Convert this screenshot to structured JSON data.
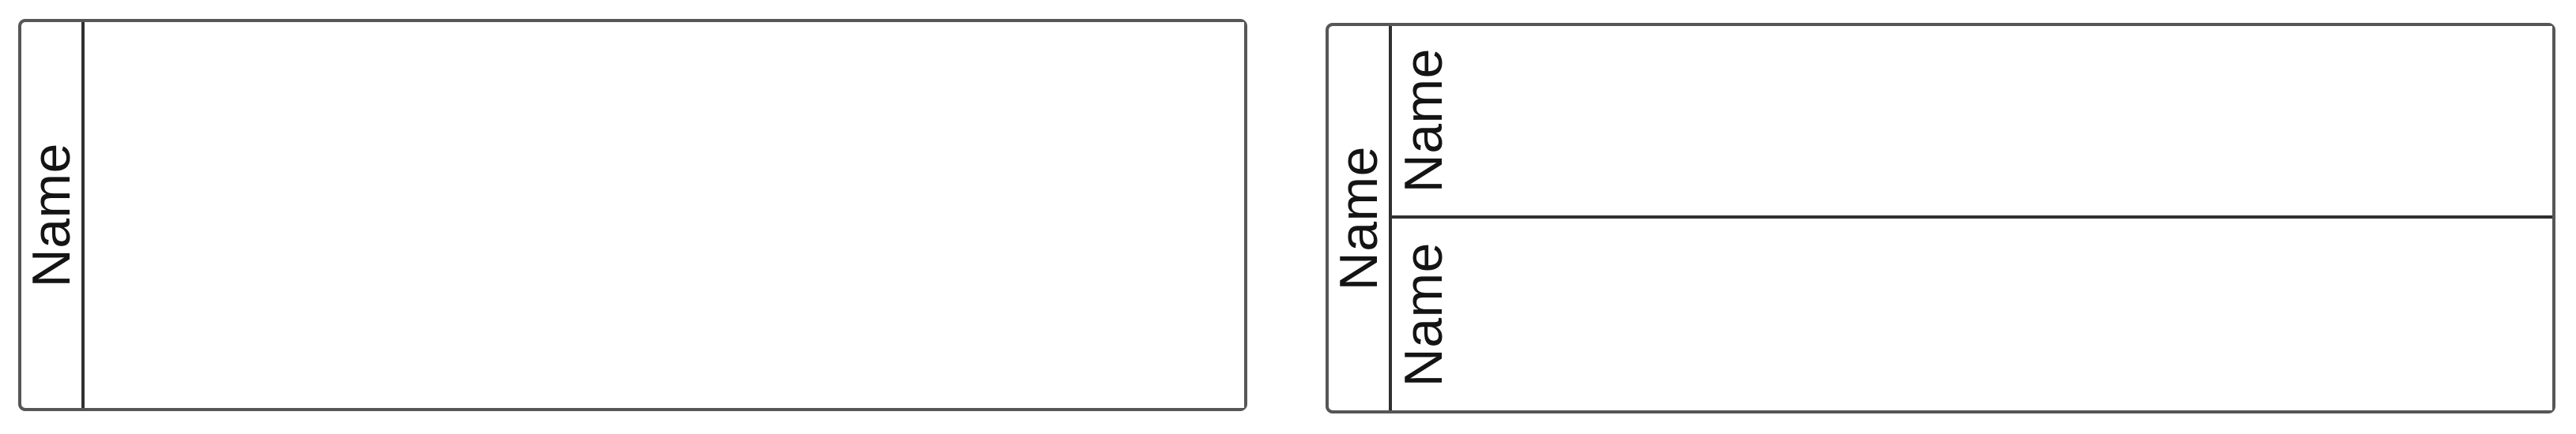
{
  "diagram": {
    "background_color": "#ffffff",
    "outer_border_color": "#565656",
    "divider_color": "#303030",
    "text_color": "#141414",
    "left_box": {
      "label": "Name"
    },
    "right_box": {
      "label": "Name",
      "rows": [
        {
          "label": "Name"
        },
        {
          "label": "Name"
        }
      ]
    }
  }
}
